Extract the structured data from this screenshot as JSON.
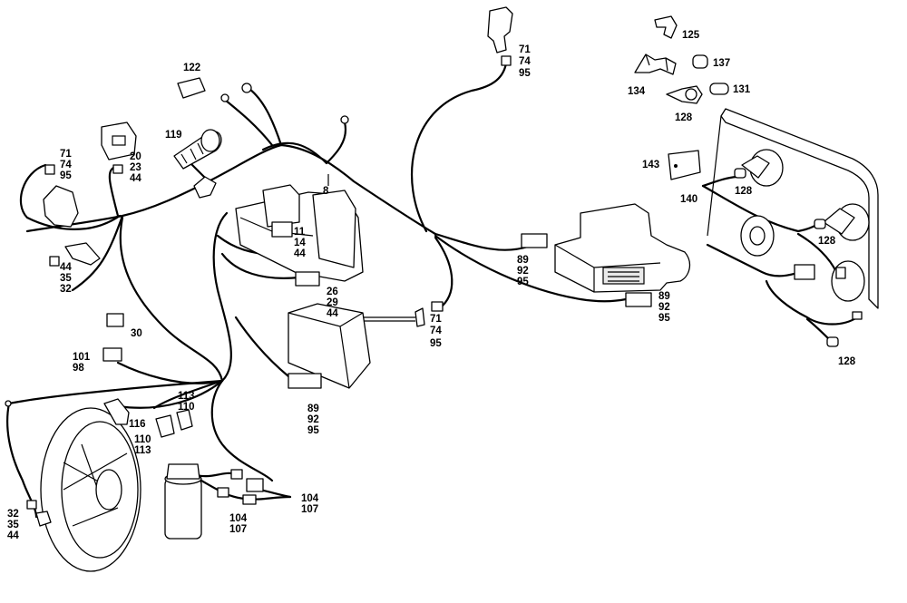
{
  "labels": {
    "l8": "8",
    "l11": "11",
    "l14": "14",
    "l44a": "44",
    "l20": "20",
    "l23": "23",
    "l44b": "44",
    "l26": "26",
    "l29": "29",
    "l44c": "44",
    "l30": "30",
    "l32a": "32",
    "l35a": "35",
    "l44d": "44",
    "l44e": "44",
    "l35b": "35",
    "l32b": "32",
    "l71a": "71",
    "l74a": "74",
    "l95a": "95",
    "l71b": "71",
    "l74b": "74",
    "l95b": "95",
    "l71c": "71",
    "l74c": "74",
    "l95c": "95",
    "l89a": "89",
    "l92a": "92",
    "l95d": "95",
    "l89b": "89",
    "l92b": "92",
    "l95e": "95",
    "l89c": "89",
    "l92c": "92",
    "l95f": "95",
    "l101": "101",
    "l98": "98",
    "l104a": "104",
    "l107a": "107",
    "l104b": "104",
    "l107b": "107",
    "l110a": "110",
    "l113a": "113",
    "l113b": "113",
    "l110b": "110",
    "l116": "116",
    "l119": "119",
    "l122": "122",
    "l125": "125",
    "l128a": "128",
    "l128b": "128",
    "l128c": "128",
    "l128d": "128",
    "l131": "131",
    "l134": "134",
    "l137": "137",
    "l140": "140",
    "l143": "143"
  }
}
